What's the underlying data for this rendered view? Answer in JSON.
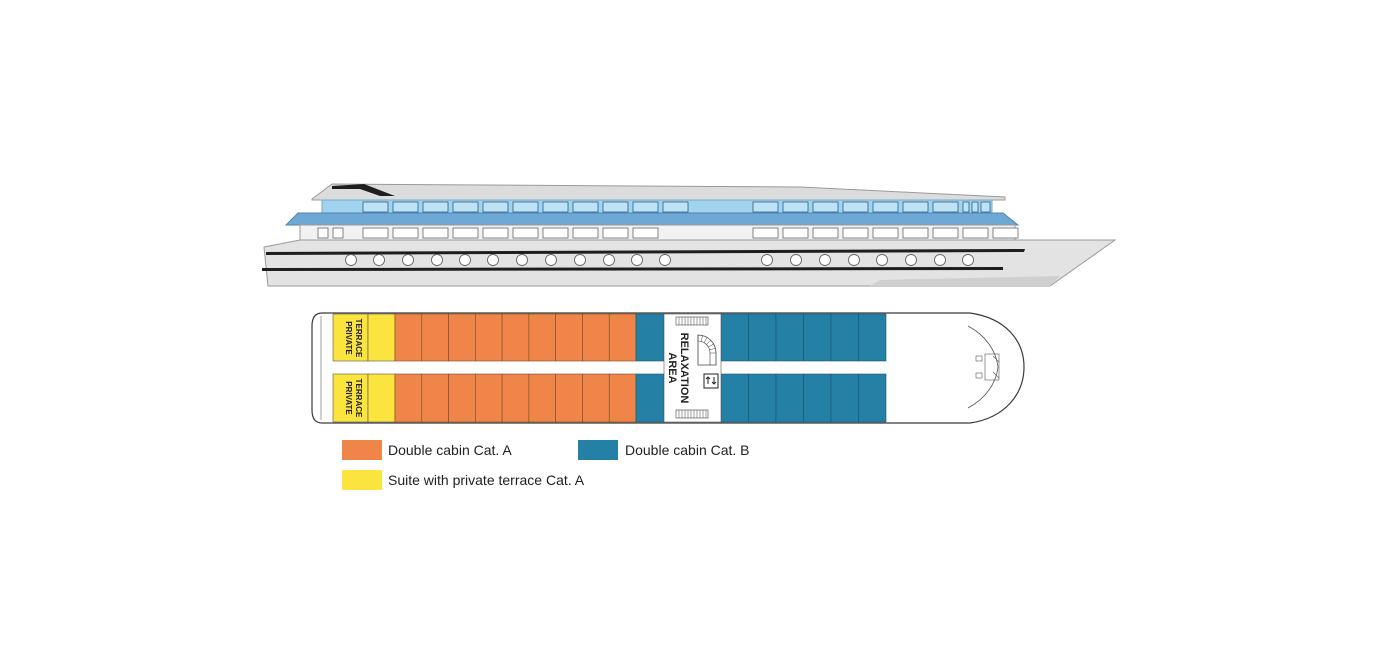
{
  "colors": {
    "cat_a": "#EF8549",
    "cat_b": "#2580A6",
    "suite": "#FBE43E",
    "hull": "#E3E3E3",
    "hull_dark": "#1E1E1E",
    "window_blue": "#9FD3EE",
    "deck_blue": "#6EA8D4"
  },
  "deck": {
    "suite_label_line1": "PRIVATE",
    "suite_label_line2": "TERRACE",
    "relax_line1": "RELAXATION",
    "relax_line2": "AREA",
    "cat_a_count_per_side": 9,
    "cat_b_left_count_per_side": 1,
    "cat_b_right_count_per_side": 6
  },
  "legend": {
    "items": [
      {
        "label": "Double cabin Cat. A",
        "color_key": "cat_a"
      },
      {
        "label": "Double cabin Cat. B",
        "color_key": "cat_b"
      },
      {
        "label": "Suite with private terrace Cat. A",
        "color_key": "suite"
      }
    ]
  }
}
